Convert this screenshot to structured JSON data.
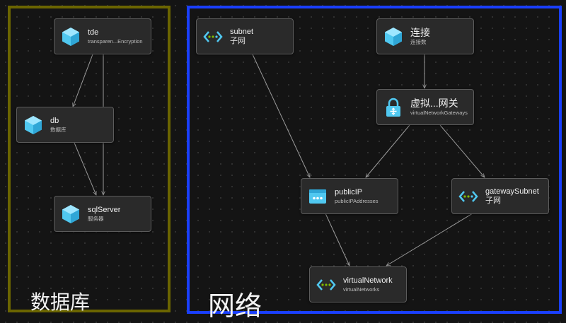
{
  "groups": {
    "database": {
      "label": "数据库",
      "border_color": "#6b6500"
    },
    "network": {
      "label": "网络",
      "border_color": "#1a3fff"
    }
  },
  "nodes": {
    "tde": {
      "title": "tde",
      "subtitle": "transparen...Encryption",
      "icon": "sql-cube-icon"
    },
    "db": {
      "title": "db",
      "subtitle": "数据库",
      "icon": "sql-cube-icon"
    },
    "sqlserver": {
      "title": "sqlServer",
      "subtitle": "服务器",
      "icon": "sql-cube-icon"
    },
    "subnet": {
      "title": "subnet",
      "subtitle": "子网",
      "icon": "subnet-icon"
    },
    "connection": {
      "title": "连接",
      "subtitle": "连接数",
      "icon": "connection-cube-icon"
    },
    "vnet_gateway": {
      "title": "虚拟...网关",
      "subtitle": "virtualNetworkGateways",
      "icon": "gateway-lock-icon"
    },
    "public_ip": {
      "title": "publicIP",
      "subtitle": "publicIPAddresses",
      "icon": "public-ip-icon"
    },
    "gateway_subnet": {
      "title": "gatewaySubnet",
      "subtitle": "子网",
      "icon": "subnet-icon"
    },
    "virtual_network": {
      "title": "virtualNetwork",
      "subtitle": "virtualNetworks",
      "icon": "virtual-network-icon"
    }
  },
  "edges": [
    {
      "from": "tde",
      "to": "db"
    },
    {
      "from": "tde",
      "to": "sqlserver"
    },
    {
      "from": "db",
      "to": "sqlserver"
    },
    {
      "from": "subnet",
      "to": "public_ip"
    },
    {
      "from": "connection",
      "to": "vnet_gateway"
    },
    {
      "from": "vnet_gateway",
      "to": "public_ip"
    },
    {
      "from": "vnet_gateway",
      "to": "gateway_subnet"
    },
    {
      "from": "public_ip",
      "to": "virtual_network"
    },
    {
      "from": "gateway_subnet",
      "to": "virtual_network"
    }
  ],
  "colors": {
    "edge": "#9a9a9a",
    "node_bg": "#2a2a2a",
    "icon_cyan": "#50c8f0"
  }
}
